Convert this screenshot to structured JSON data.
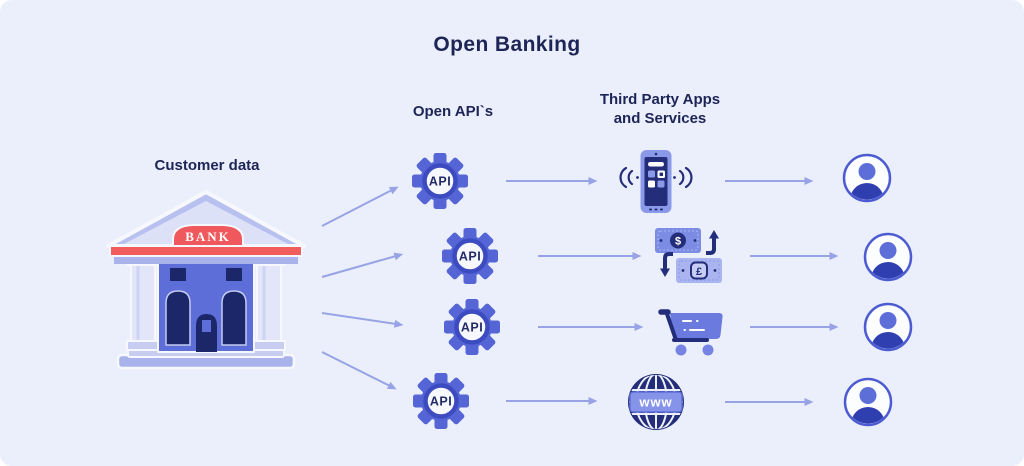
{
  "title": "Open Banking",
  "bank": {
    "caption": "Customer data",
    "sign_text": "BANK"
  },
  "api_column": {
    "heading": "Open API`s",
    "node_label": "API",
    "node_count": 4
  },
  "third_party_column": {
    "heading_line1": "Third Party Apps",
    "heading_line2": "and Services",
    "icons": [
      "smartphone-app-icon",
      "currency-exchange-icon",
      "shopping-cart-icon",
      "www-globe-icon"
    ],
    "currency_top_symbol": "$",
    "currency_bottom_symbol": "£",
    "globe_text": "www"
  },
  "consumers": {
    "icon": "user-icon",
    "count": 4
  },
  "colors": {
    "background": "#ebeffc",
    "heading_text": "#1d2556",
    "arrow": "#98a3e6",
    "gear_blue": "#5565d5",
    "gear_ring": "#3d4bc0",
    "deep_navy": "#232d7a",
    "periwinkle": "#8b99e9",
    "bank_red": "#f15d5d",
    "building_blue": "#5e6ed8",
    "user_ring": "#4c5bd2",
    "user_shoulders": "#303fb0"
  }
}
